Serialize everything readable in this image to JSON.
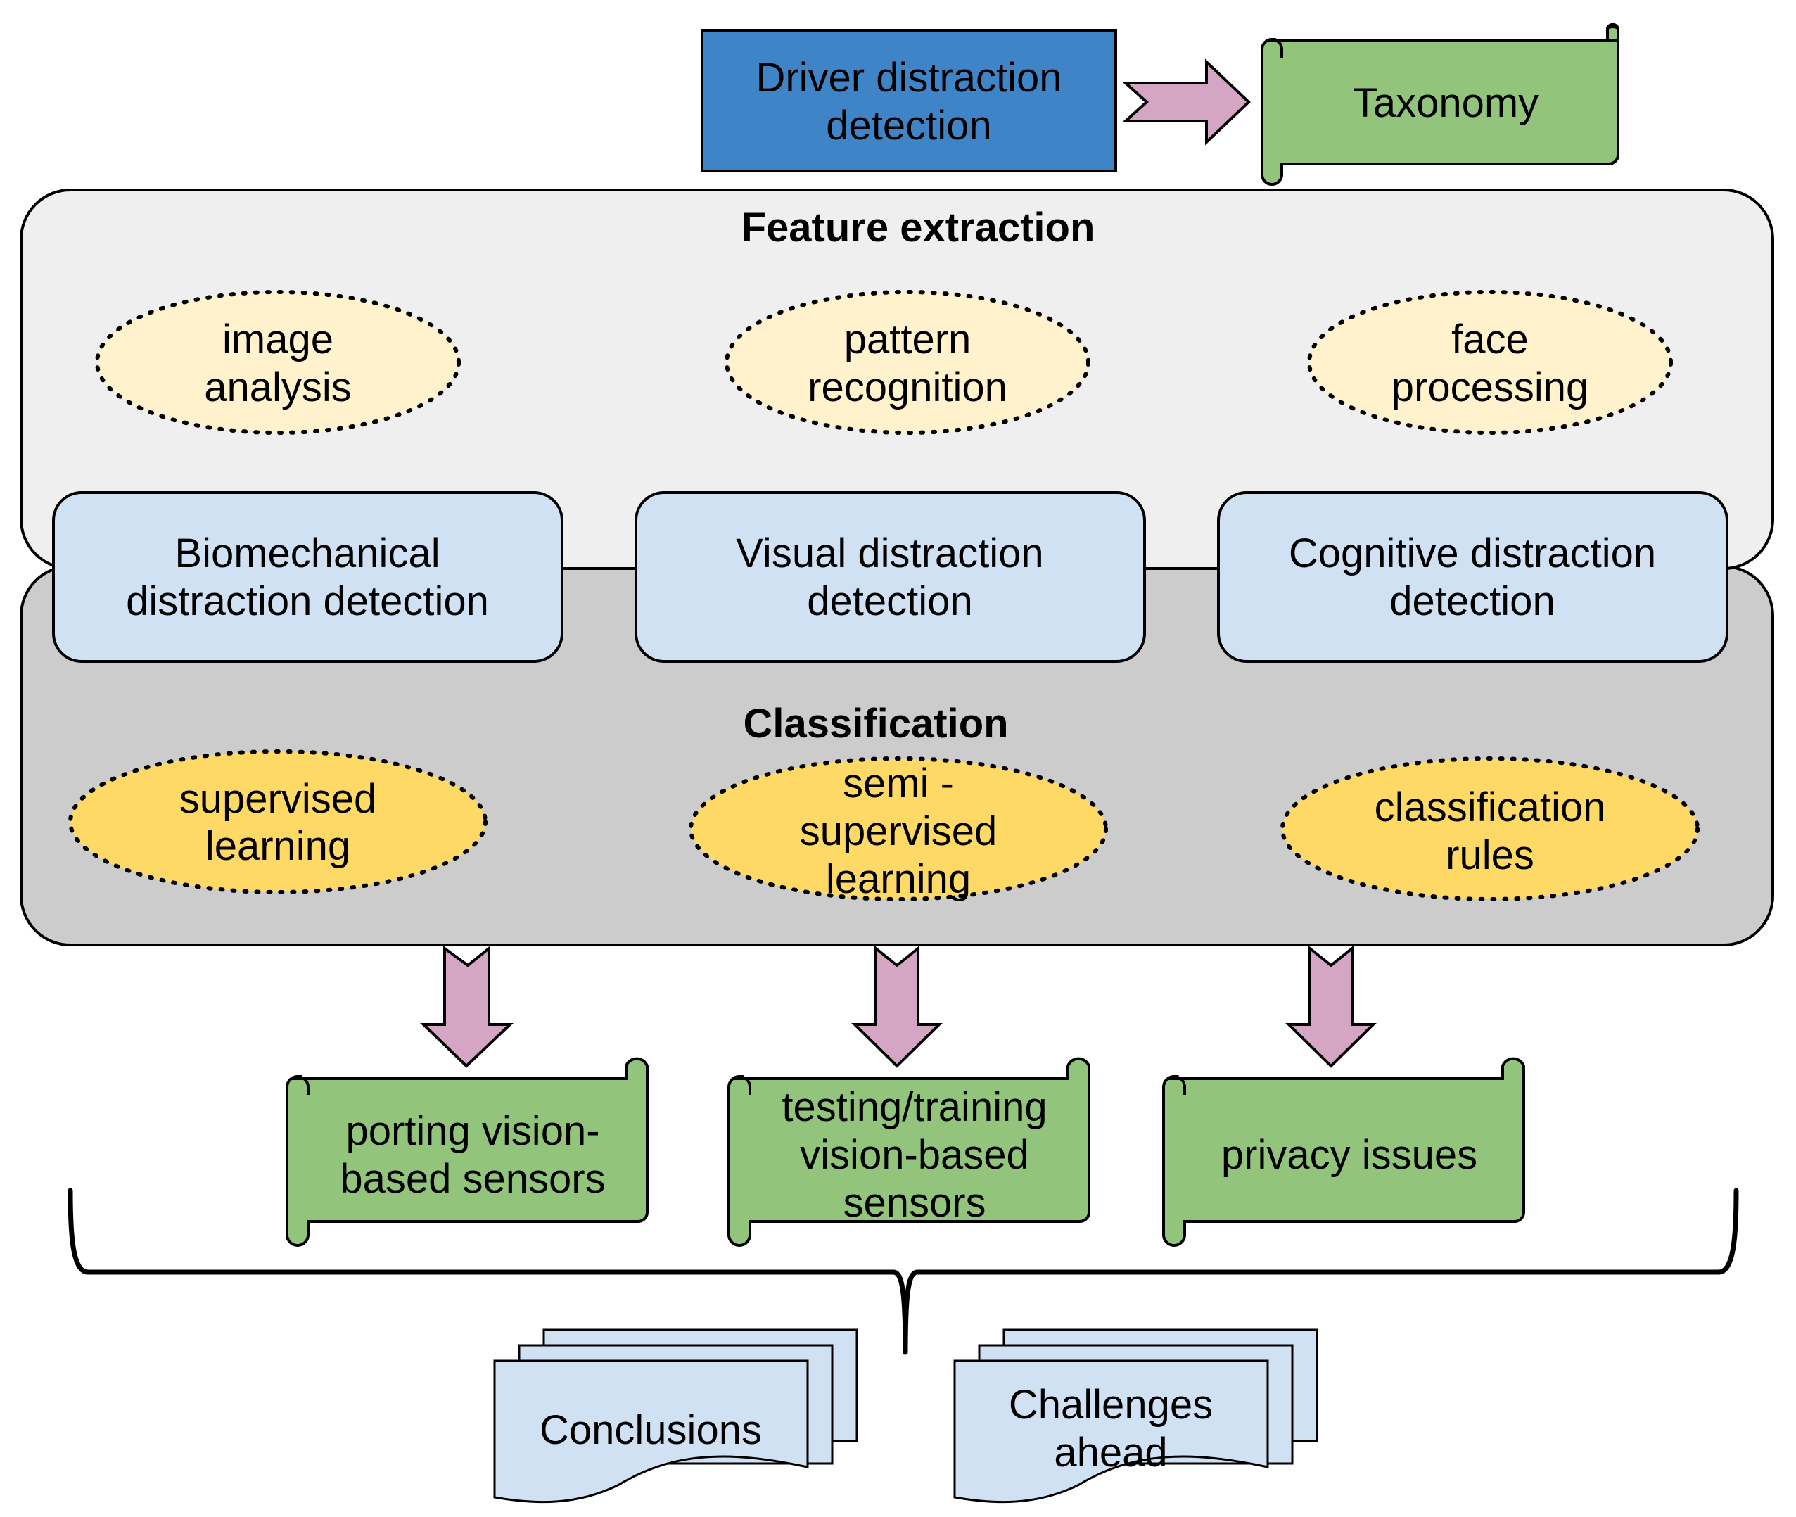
{
  "top": {
    "title_line1": "Driver distraction",
    "title_line2": "detection",
    "taxonomy": "Taxonomy"
  },
  "feature_extraction": {
    "heading": "Feature extraction",
    "methods": [
      {
        "line1": "image",
        "line2": "analysis"
      },
      {
        "line1": "pattern",
        "line2": "recognition"
      },
      {
        "line1": "face",
        "line2": "processing"
      }
    ]
  },
  "detection_types": [
    {
      "line1": "Biomechanical",
      "line2": "distraction detection"
    },
    {
      "line1": "Visual distraction",
      "line2": "detection"
    },
    {
      "line1": "Cognitive distraction",
      "line2": "detection"
    }
  ],
  "classification": {
    "heading": "Classification",
    "methods": [
      {
        "lines": [
          "supervised",
          "learning"
        ]
      },
      {
        "lines": [
          "semi -",
          "supervised",
          "learning"
        ]
      },
      {
        "lines": [
          "classification",
          "rules"
        ]
      }
    ]
  },
  "issues": [
    {
      "lines": [
        "porting vision-",
        "based sensors"
      ]
    },
    {
      "lines": [
        "testing/training",
        "vision-based",
        "sensors"
      ]
    },
    {
      "lines": [
        "privacy issues"
      ]
    }
  ],
  "outcomes": {
    "conclusions": "Conclusions",
    "challenges_line1": "Challenges",
    "challenges_line2": "ahead"
  },
  "colors": {
    "dark_blue": "#3f84c6",
    "light_blue": "#cfe1f2",
    "green": "#92c47c",
    "pink_arrow": "#d4a6c3",
    "cream": "#fff2cc",
    "yellow": "#ffd966",
    "panel_light": "#efefef",
    "panel_gray": "#cccccc"
  }
}
